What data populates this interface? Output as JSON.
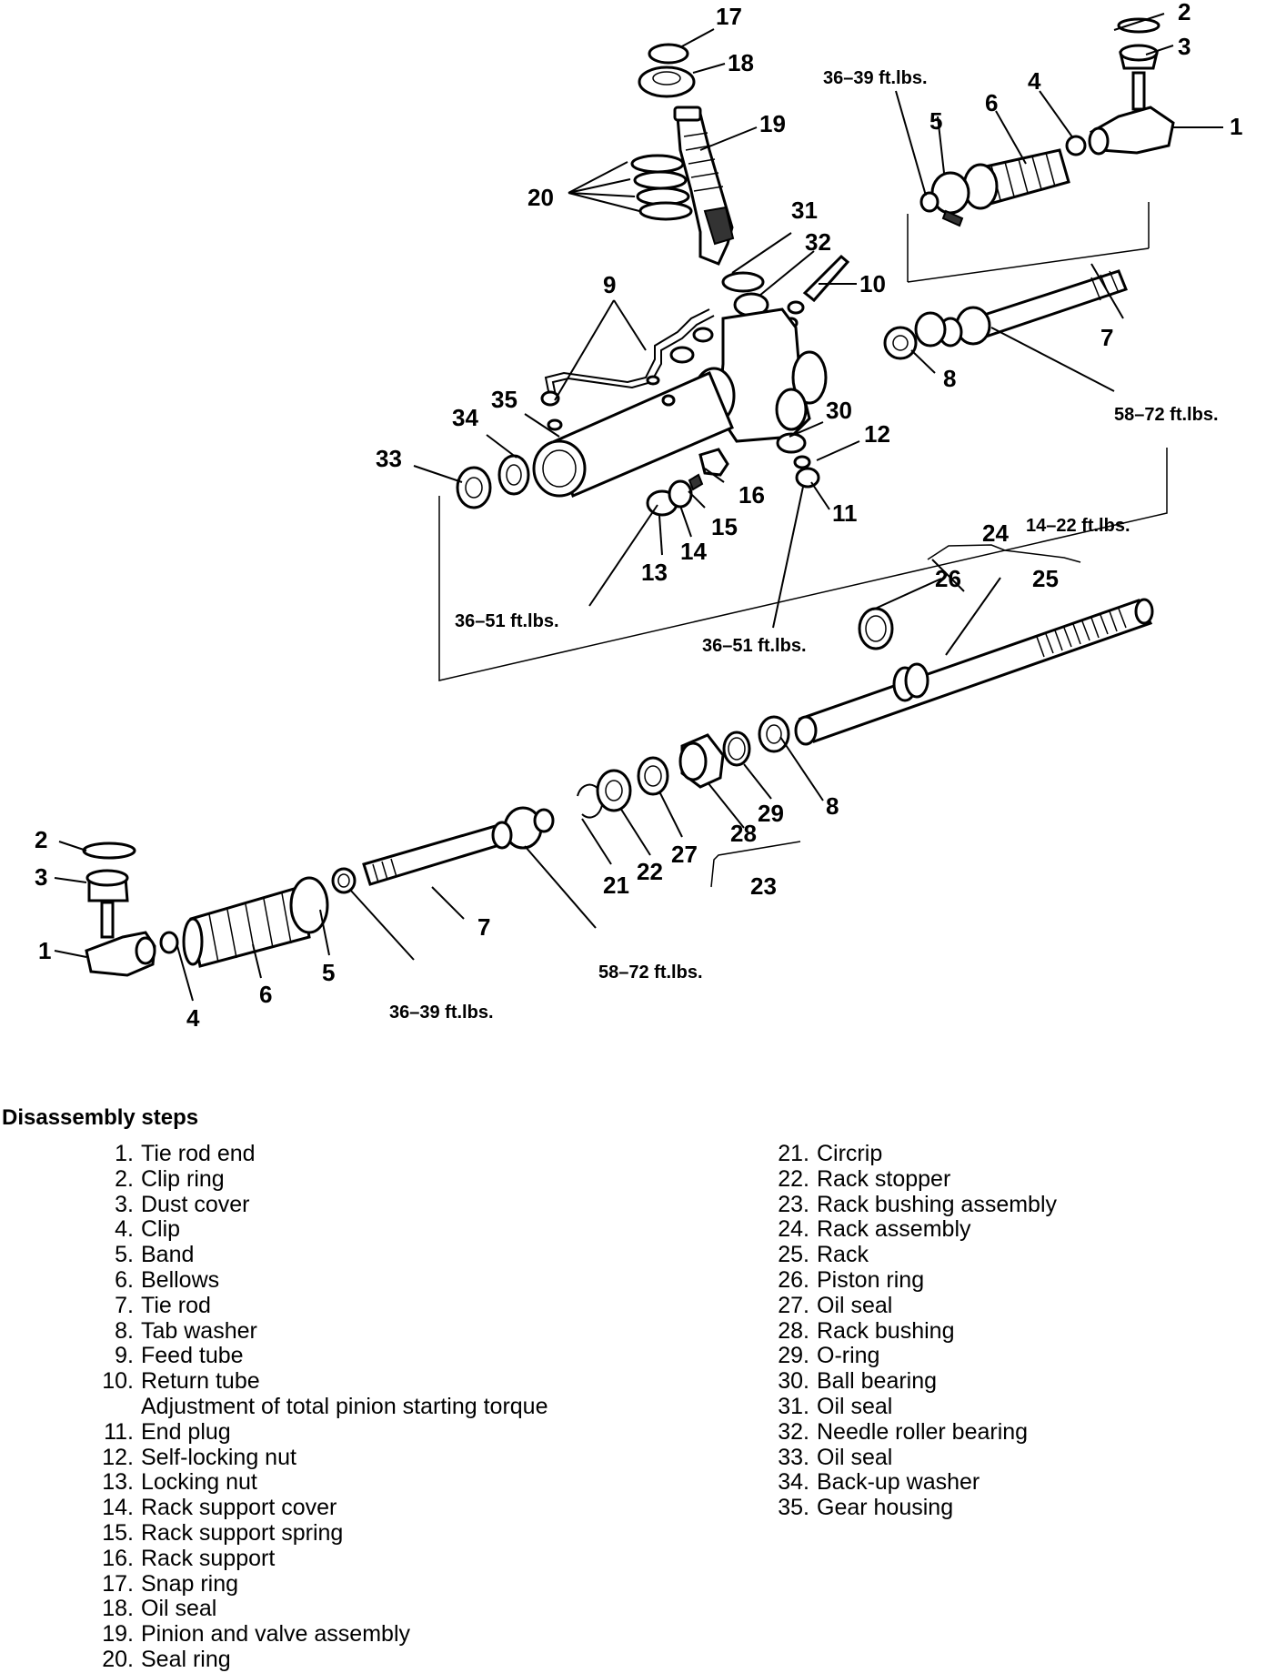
{
  "callouts": [
    "17",
    "18",
    "19",
    "20",
    "31",
    "32",
    "10",
    "9",
    "35",
    "34",
    "33",
    "30",
    "12",
    "16",
    "15",
    "14",
    "13",
    "11",
    "2",
    "3",
    "4",
    "5",
    "6",
    "1",
    "7",
    "8",
    "24",
    "26",
    "25",
    "8",
    "29",
    "28",
    "27",
    "22",
    "21",
    "23",
    "7",
    "2",
    "3",
    "1",
    "4",
    "6",
    "5"
  ],
  "torque_labels": [
    "36–39 ft.lbs.",
    "58–72 ft.lbs.",
    "14–22 ft.lbs.",
    "36–51 ft.lbs.",
    "36–51 ft.lbs.",
    "58–72 ft.lbs.",
    "36–39 ft.lbs."
  ],
  "heading": "Disassembly steps",
  "steps_left": [
    {
      "num": "1.",
      "text": "Tie rod end"
    },
    {
      "num": "2.",
      "text": "Clip ring"
    },
    {
      "num": "3.",
      "text": "Dust cover"
    },
    {
      "num": "4.",
      "text": "Clip"
    },
    {
      "num": "5.",
      "text": "Band"
    },
    {
      "num": "6.",
      "text": "Bellows"
    },
    {
      "num": "7.",
      "text": "Tie rod"
    },
    {
      "num": "8.",
      "text": "Tab washer"
    },
    {
      "num": "9.",
      "text": "Feed tube"
    },
    {
      "num": "10.",
      "text": "Return tube"
    },
    {
      "num": "",
      "text": "Adjustment of total pinion starting torque"
    },
    {
      "num": "11.",
      "text": "End plug"
    },
    {
      "num": "12.",
      "text": "Self-locking nut"
    },
    {
      "num": "13.",
      "text": "Locking nut"
    },
    {
      "num": "14.",
      "text": "Rack support cover"
    },
    {
      "num": "15.",
      "text": "Rack support spring"
    },
    {
      "num": "16.",
      "text": "Rack support"
    },
    {
      "num": "17.",
      "text": "Snap ring"
    },
    {
      "num": "18.",
      "text": "Oil seal"
    },
    {
      "num": "19.",
      "text": "Pinion and valve assembly"
    },
    {
      "num": "20.",
      "text": "Seal ring"
    }
  ],
  "steps_right": [
    {
      "num": "21.",
      "text": "Circrip"
    },
    {
      "num": "22.",
      "text": "Rack stopper"
    },
    {
      "num": "23.",
      "text": "Rack bushing assembly"
    },
    {
      "num": "24.",
      "text": "Rack assembly"
    },
    {
      "num": "25.",
      "text": "Rack"
    },
    {
      "num": "26.",
      "text": "Piston ring"
    },
    {
      "num": "27.",
      "text": "Oil seal"
    },
    {
      "num": "28.",
      "text": "Rack bushing"
    },
    {
      "num": "29.",
      "text": "O-ring"
    },
    {
      "num": "30.",
      "text": "Ball bearing"
    },
    {
      "num": "31.",
      "text": "Oil seal"
    },
    {
      "num": "32.",
      "text": "Needle roller bearing"
    },
    {
      "num": "33.",
      "text": "Oil seal"
    },
    {
      "num": "34.",
      "text": "Back-up washer"
    },
    {
      "num": "35.",
      "text": "Gear housing"
    }
  ]
}
